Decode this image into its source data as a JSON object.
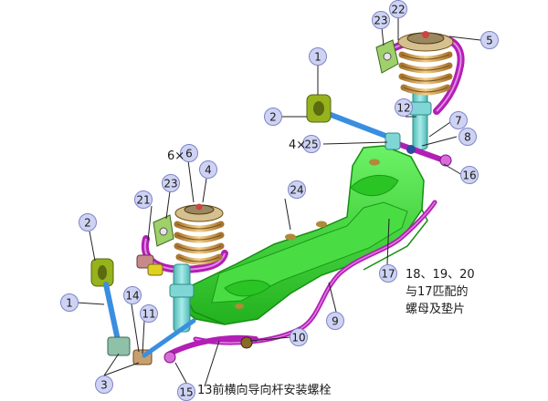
{
  "callouts": [
    {
      "id": "c1-top",
      "text": "1"
    },
    {
      "id": "c2-top",
      "text": "2"
    },
    {
      "id": "c22",
      "text": "22"
    },
    {
      "id": "c23-top",
      "text": "23"
    },
    {
      "id": "c5",
      "text": "5"
    },
    {
      "id": "c12",
      "text": "12"
    },
    {
      "id": "c7",
      "text": "7"
    },
    {
      "id": "c8",
      "text": "8"
    },
    {
      "id": "c25",
      "text": "25"
    },
    {
      "id": "c6",
      "text": "6"
    },
    {
      "id": "c4",
      "text": "4"
    },
    {
      "id": "c16",
      "text": "16"
    },
    {
      "id": "c21",
      "text": "21"
    },
    {
      "id": "c23-left",
      "text": "23"
    },
    {
      "id": "c24",
      "text": "24"
    },
    {
      "id": "c2-left",
      "text": "2"
    },
    {
      "id": "c1-left",
      "text": "1"
    },
    {
      "id": "c14",
      "text": "14"
    },
    {
      "id": "c11",
      "text": "11"
    },
    {
      "id": "c17",
      "text": "17"
    },
    {
      "id": "c9",
      "text": "9"
    },
    {
      "id": "c10",
      "text": "10"
    },
    {
      "id": "c3",
      "text": "3"
    },
    {
      "id": "c15",
      "text": "15"
    }
  ],
  "labels": {
    "qty_25": "4×",
    "qty_6": "6×",
    "note_18_20_line1": "18、19、20",
    "note_18_20_line2": "与17匹配的",
    "note_18_20_line3": "螺母及垫片",
    "bolt_13": "13前横向导向杆安装螺栓"
  },
  "colors": {
    "subframe": "#3fe23a",
    "subframe_dark": "#1f9a1a",
    "spring": "#d4a35a",
    "strut": "#7fd6d4",
    "link_blue": "#3a8ee0",
    "purple": "#b21fb5",
    "callout_fill": "#cfd3f3",
    "callout_stroke": "#7c84c9"
  }
}
